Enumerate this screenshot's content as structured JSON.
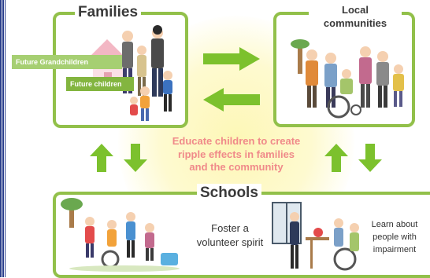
{
  "families": {
    "title": "Families",
    "tag_grandchildren": "Future  Grandchildren",
    "tag_children": "Future children"
  },
  "communities": {
    "title_line1": "Local",
    "title_line2": "communities"
  },
  "center": {
    "line1": "Educate children to create",
    "line2": "ripple effects in families",
    "line3": "and the community"
  },
  "schools": {
    "title": "Schools",
    "volunteer_line1": "Foster a",
    "volunteer_line2": "volunteer spirit",
    "impairment_line1": "Learn about",
    "impairment_line2": "people with",
    "impairment_line3": "impairment"
  },
  "colors": {
    "panel_border": "#92c04a",
    "arrow_green": "#7cc12d",
    "center_text": "#f08a8a",
    "glow": "#fdf7b6",
    "left_bar": "#2b3f8c"
  }
}
